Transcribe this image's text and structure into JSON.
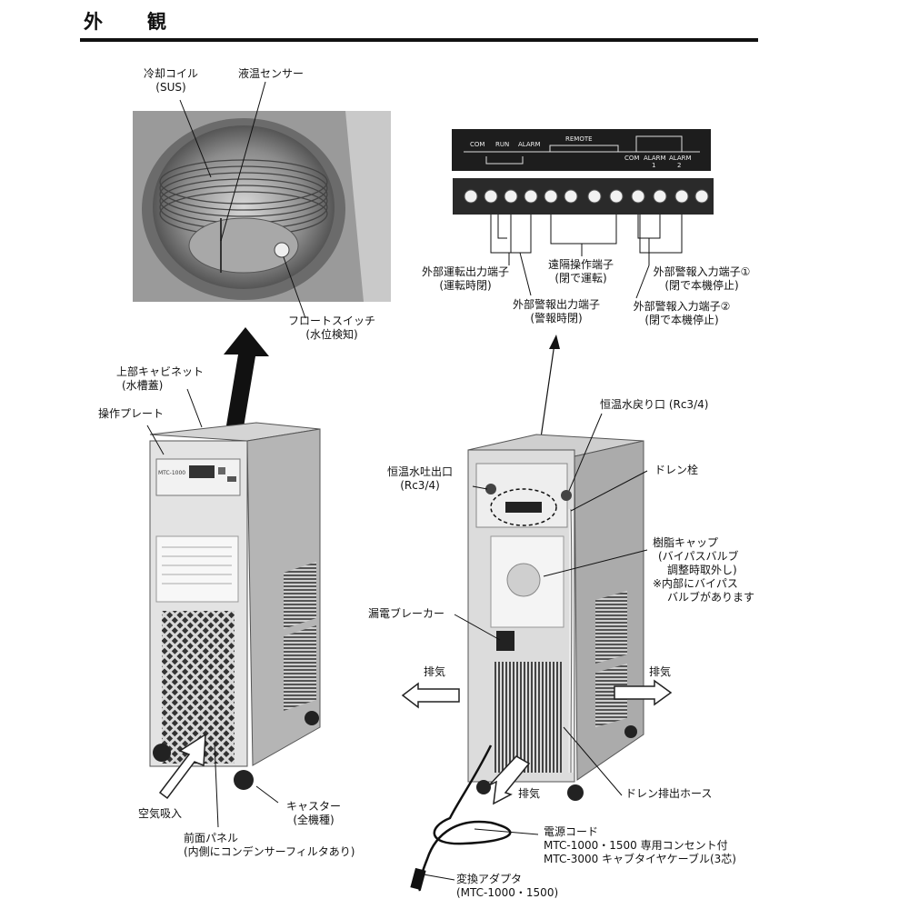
{
  "title": "外　観",
  "labels": {
    "cooling_coil": "冷却コイル",
    "cooling_coil_sub": "(SUS)",
    "temp_sensor": "液温センサー",
    "float_switch": "フロートスイッチ",
    "float_switch_sub": "(水位検知)",
    "upper_cabinet": "上部キャビネット",
    "upper_cabinet_sub": "(水槽蓋)",
    "operation_plate": "操作プレート",
    "air_intake": "空気吸入",
    "front_panel": "前面パネル",
    "front_panel_sub": "(内側にコンデンサーフィルタあり)",
    "caster": "キャスター",
    "caster_sub": "(全機種)",
    "ext_run_out": "外部運転出力端子",
    "ext_run_out_sub": "(運転時閉)",
    "remote_terminal": "遠隔操作端子",
    "remote_terminal_sub": "(閉で運転)",
    "ext_alarm_out": "外部警報出力端子",
    "ext_alarm_out_sub": "(警報時閉)",
    "ext_alarm_in1": "外部警報入力端子①",
    "ext_alarm_in1_sub": "(閉で本機停止)",
    "ext_alarm_in2": "外部警報入力端子②",
    "ext_alarm_in2_sub": "(閉で本機停止)",
    "return_port": "恒温水戻り口 (Rc3/4)",
    "outlet_port": "恒温水吐出口",
    "outlet_port_sub": "(Rc3/4)",
    "drain_plug": "ドレン栓",
    "resin_cap": "樹脂キャップ",
    "resin_cap_sub1": "(バイパスバルブ",
    "resin_cap_sub2": "調整時取外し)",
    "resin_cap_note1": "※内部にバイパス",
    "resin_cap_note2": "バルブがあります",
    "leakage_breaker": "漏電ブレーカー",
    "exhaust_left": "排気",
    "exhaust_right": "排気",
    "exhaust_bottom": "排気",
    "drain_hose": "ドレン排出ホース",
    "power_cord": "電源コード",
    "power_cord_sub1": "MTC-1000・1500 専用コンセント付",
    "power_cord_sub2": "MTC-3000 キャブタイヤケーブル(3芯)",
    "adapter": "変換アダプタ",
    "adapter_sub": "(MTC-1000・1500)"
  },
  "terminal_panel": {
    "com": "COM",
    "run": "RUN",
    "alarm": "ALARM",
    "remote": "REMOTE",
    "com2": "COM",
    "alarm1": "ALARM",
    "alarm1_num": "1",
    "alarm2": "ALARM",
    "alarm2_num": "2"
  },
  "front_unit": {
    "model": "MTC-1000"
  }
}
